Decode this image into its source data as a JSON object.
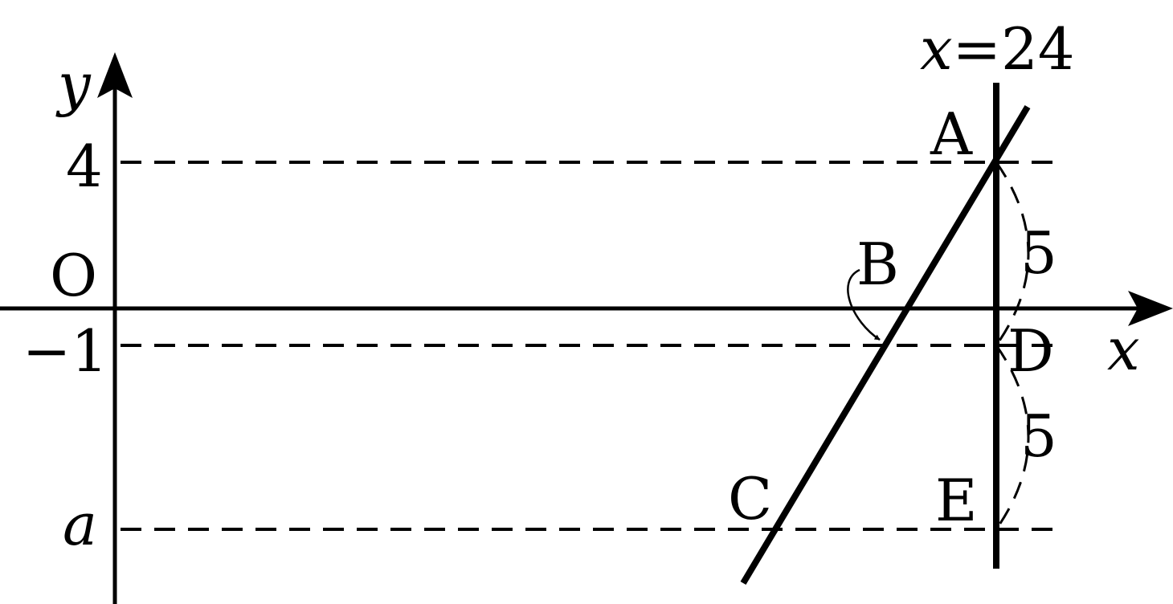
{
  "diagram": {
    "axes": {
      "x_label": "x",
      "y_label": "y",
      "origin_label": "O"
    },
    "y_ticks": [
      {
        "label": "4",
        "value": 4
      },
      {
        "label": "−1",
        "value": -1
      },
      {
        "label": "a",
        "value": "a"
      }
    ],
    "vertical_line": {
      "label_var": "x",
      "label_eq": "=24",
      "x": 24
    },
    "points": {
      "A": "A",
      "B": "B",
      "C": "C",
      "D": "D",
      "E": "E"
    },
    "arc_labels": {
      "upper": "5",
      "lower": "5"
    }
  }
}
